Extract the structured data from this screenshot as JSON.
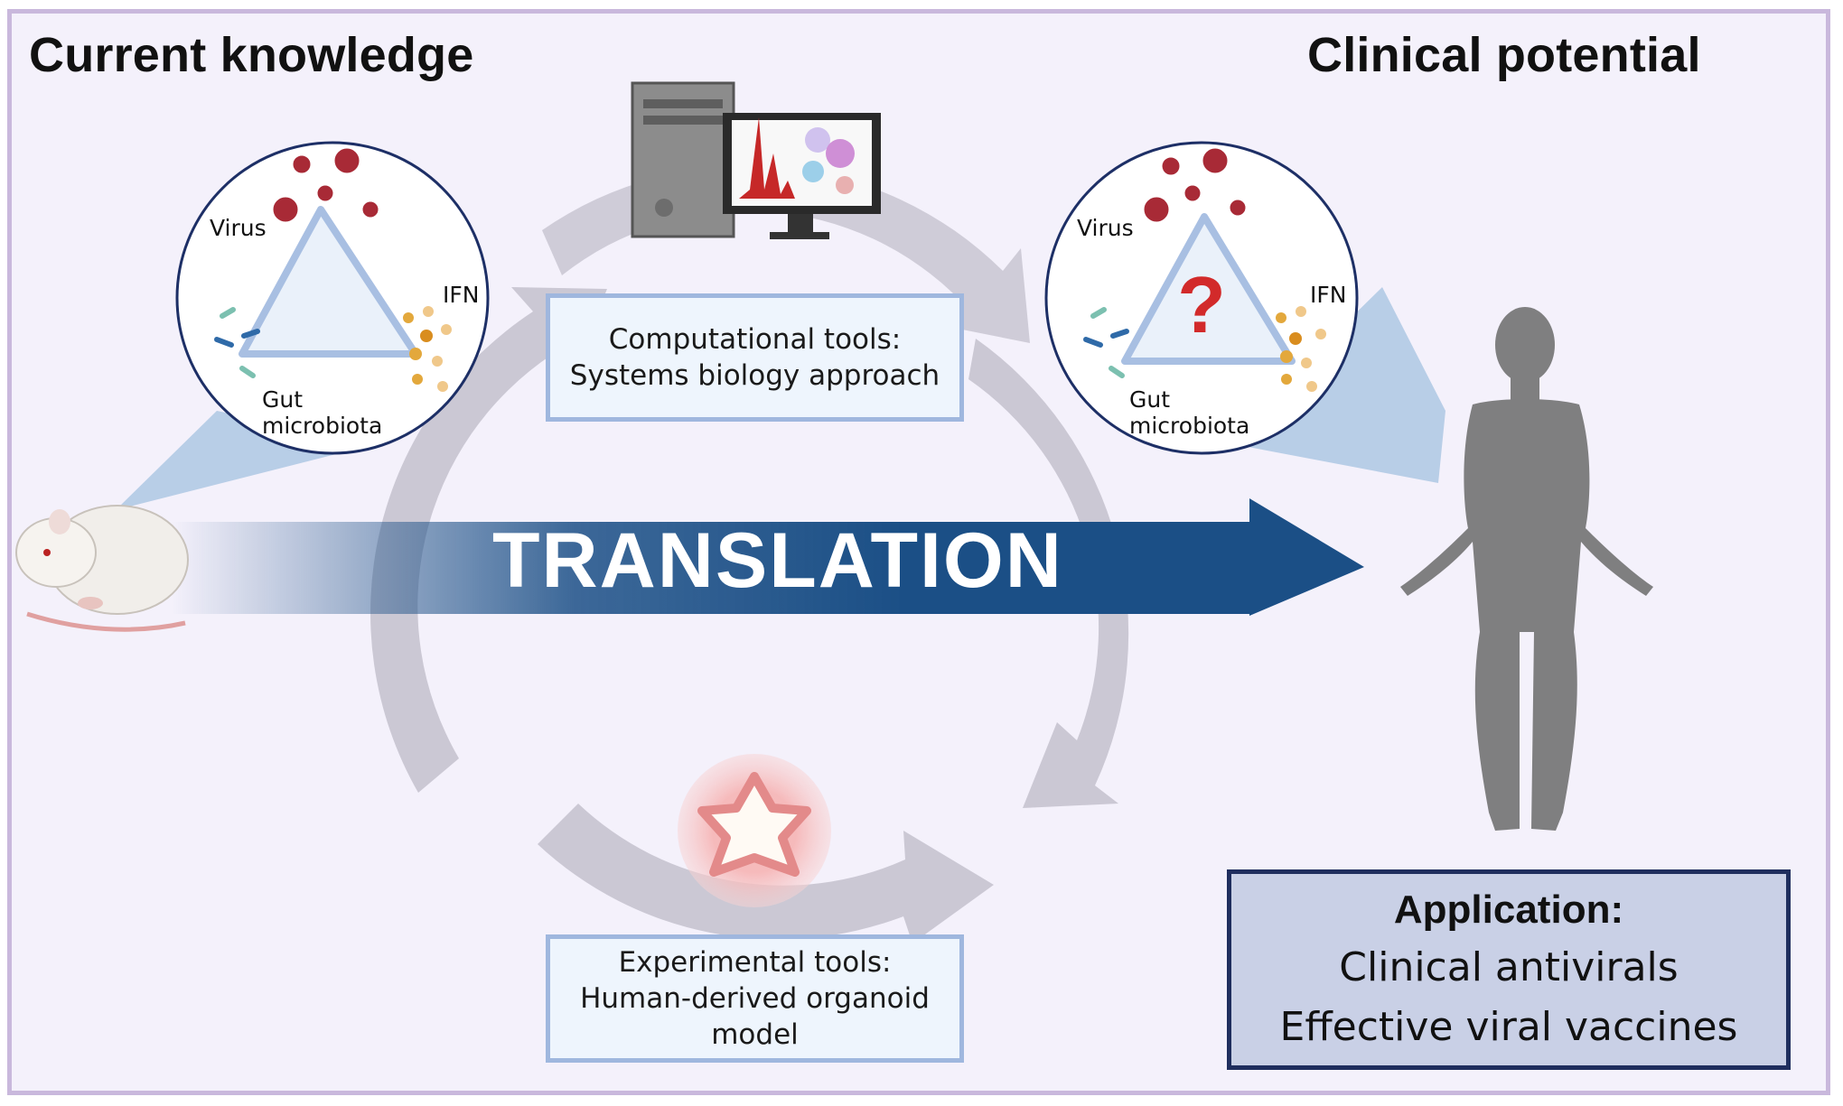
{
  "left_panel": {
    "title": "Current knowledge",
    "triangle_labels": {
      "virus": "Virus",
      "ifn": "IFN",
      "gut_line1": "Gut",
      "gut_line2": "microbiota"
    }
  },
  "right_panel": {
    "title": "Clinical potential",
    "triangle_labels": {
      "virus": "Virus",
      "ifn": "IFN",
      "gut_line1": "Gut",
      "gut_line2": "microbiota",
      "unknown_mark": "?"
    },
    "application": {
      "title": "Application:",
      "items": [
        "Clinical antivirals",
        "Effective viral vaccines"
      ]
    }
  },
  "center": {
    "arrow_label": "TRANSLATION",
    "computational_box": {
      "line1": "Computational tools:",
      "line2": "Systems biology approach"
    },
    "experimental_box": {
      "line1": "Experimental tools:",
      "line2": "Human-derived organoid",
      "line3": "model"
    }
  },
  "icons": [
    "mouse-icon",
    "human-silhouette-icon",
    "computer-icon",
    "organoid-icon",
    "virus-icon",
    "bacteria-icon",
    "interferon-dots-icon",
    "cycle-arrows-icon"
  ],
  "colors": {
    "frame_border": "#c9b8dc",
    "background": "#f4f1fb",
    "translation_arrow": "#1b4f86",
    "cycle_arrows": "#c9c6d2",
    "virus": "#a82a36",
    "ifn_dots": "#e3a83c",
    "question_mark": "#d22a2a",
    "application_box_fill": "#c9d0e6",
    "application_box_border": "#1f2e5e"
  }
}
